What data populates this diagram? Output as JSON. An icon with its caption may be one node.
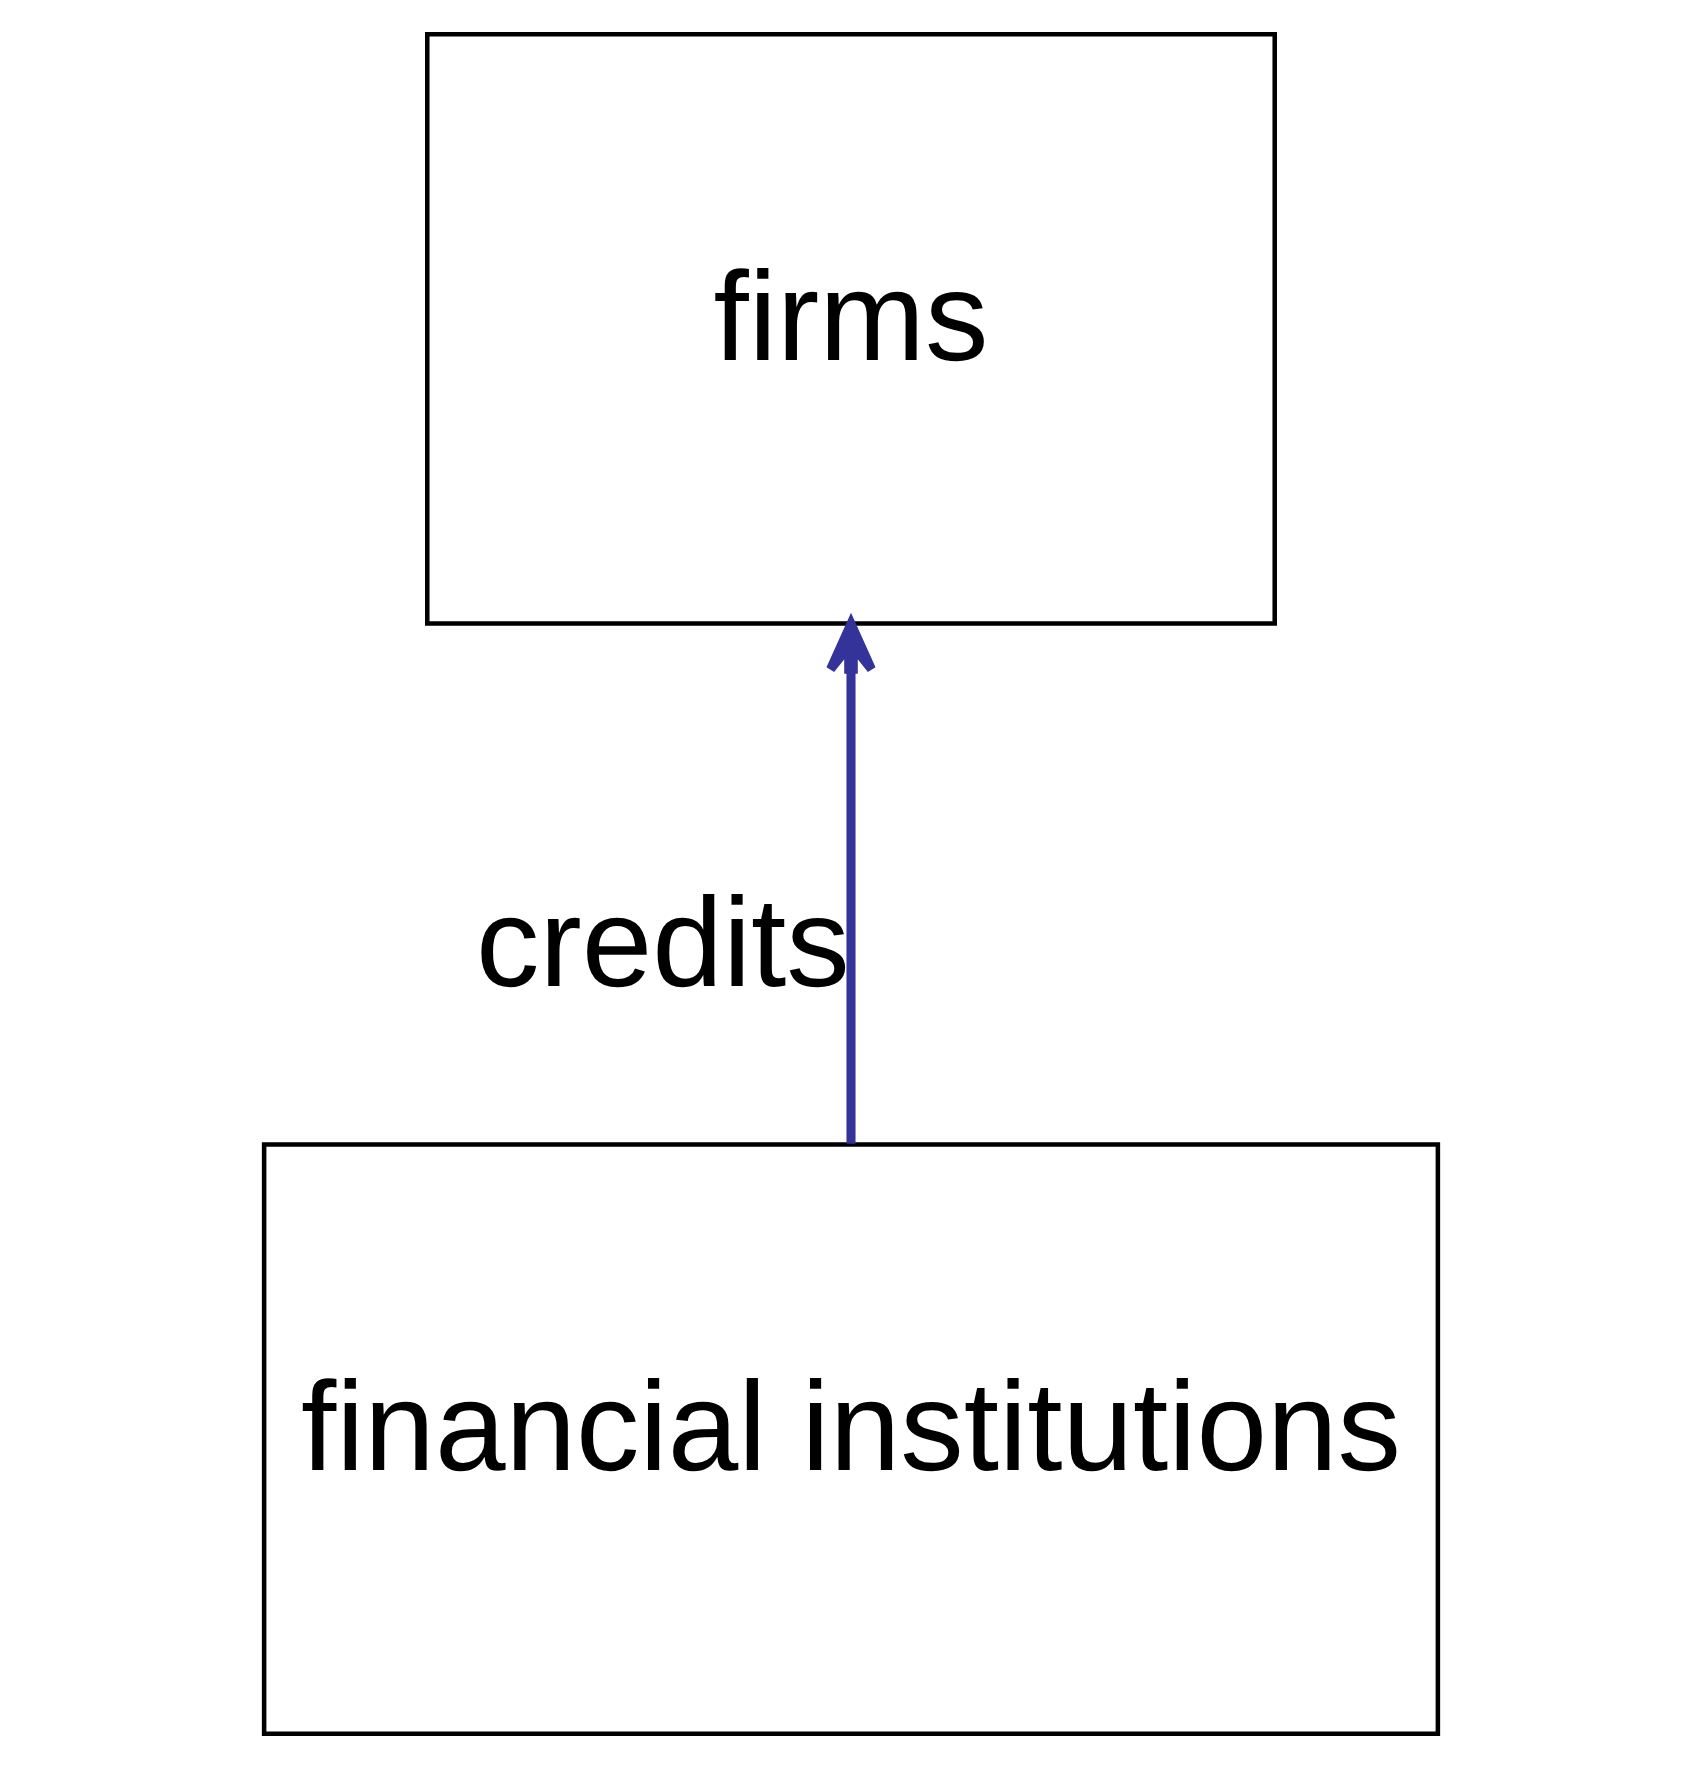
{
  "diagram": {
    "nodes": [
      {
        "text": [
          "firms"
        ]
      },
      {
        "text": [
          "financial institutions"
        ]
      }
    ],
    "edges": [
      {
        "from": 1,
        "to": 0,
        "arrow": "to",
        "label": "credits",
        "color": "#333399"
      }
    ]
  }
}
